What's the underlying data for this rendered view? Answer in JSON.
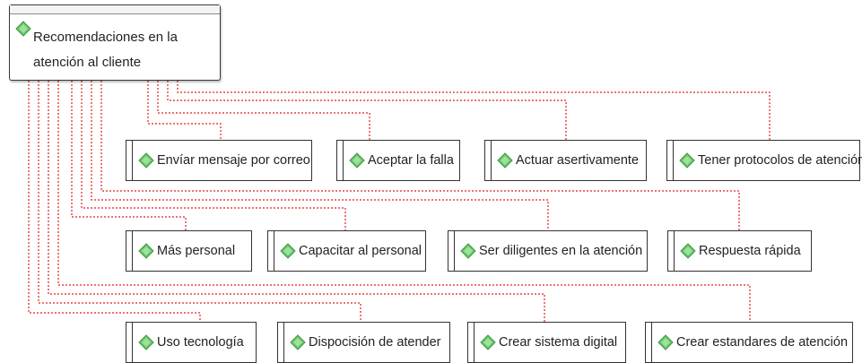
{
  "root": {
    "label": "Recomendaciones en la atención al cliente"
  },
  "children": [
    {
      "label": "Envíar mensaje por correo"
    },
    {
      "label": "Aceptar la falla"
    },
    {
      "label": "Actuar asertivamente"
    },
    {
      "label": "Tener protocolos de atención"
    },
    {
      "label": "Más personal"
    },
    {
      "label": "Capacitar al personal"
    },
    {
      "label": "Ser diligentes en la atención"
    },
    {
      "label": "Respuesta rápida"
    },
    {
      "label": "Uso tecnología"
    },
    {
      "label": "Dispocisión de atender"
    },
    {
      "label": "Crear sistema digital"
    },
    {
      "label": "Crear estandares de atención"
    }
  ],
  "colors": {
    "connector": "#e0201b",
    "gem": "#6cc56c",
    "gem_dark": "#3f9a3f",
    "border": "#333333"
  }
}
